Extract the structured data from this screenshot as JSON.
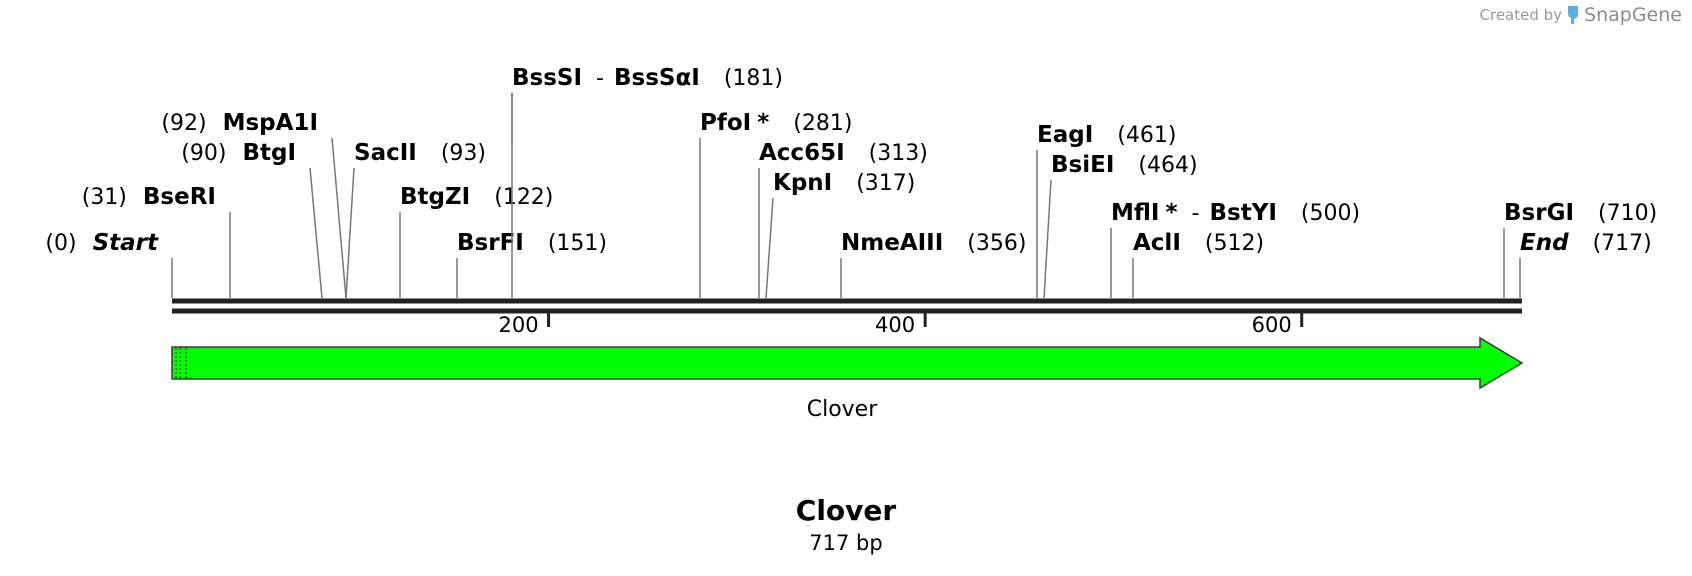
{
  "credit": {
    "prefix": "Created by",
    "brand": "SnapGene"
  },
  "sequence": {
    "name": "Clover",
    "length_label": "717 bp",
    "length": 717
  },
  "ruler": {
    "ticks": [
      200,
      400,
      600
    ]
  },
  "feature": {
    "name": "Clover",
    "start": 1,
    "end": 717,
    "color": "#00ff00",
    "direction": "forward"
  },
  "sites": [
    {
      "id": "start",
      "name": "Start",
      "pos": 0,
      "pos_label": "(0)",
      "style": "italic",
      "side": "right"
    },
    {
      "id": "bseri",
      "name": "BseRI",
      "pos": 31,
      "pos_label": "(31)",
      "side": "right"
    },
    {
      "id": "btgi",
      "name": "BtgI",
      "pos": 90,
      "pos_label": "(90)",
      "side": "right"
    },
    {
      "id": "mspa1i",
      "name": "MspA1I",
      "pos": 92,
      "pos_label": "(92)",
      "side": "right"
    },
    {
      "id": "sacii",
      "name": "SacII",
      "pos": 93,
      "pos_label": "(93)",
      "side": "left"
    },
    {
      "id": "btgzi",
      "name": "BtgZI",
      "pos": 122,
      "pos_label": "(122)",
      "side": "left"
    },
    {
      "id": "bsrfi",
      "name": "BsrFI",
      "pos": 151,
      "pos_label": "(151)",
      "side": "left"
    },
    {
      "id": "bsssi",
      "name": "BssSI",
      "alt": "BssSαI",
      "sep": "-",
      "pos": 181,
      "pos_label": "(181)",
      "side": "left"
    },
    {
      "id": "pfoi",
      "name": "PfoI",
      "star": "*",
      "pos": 281,
      "pos_label": "(281)",
      "side": "left"
    },
    {
      "id": "acc65i",
      "name": "Acc65I",
      "pos": 313,
      "pos_label": "(313)",
      "side": "left"
    },
    {
      "id": "kpni",
      "name": "KpnI",
      "pos": 317,
      "pos_label": "(317)",
      "side": "left"
    },
    {
      "id": "nmeaiii",
      "name": "NmeAIII",
      "pos": 356,
      "pos_label": "(356)",
      "side": "left"
    },
    {
      "id": "eagi",
      "name": "EagI",
      "pos": 461,
      "pos_label": "(461)",
      "side": "left"
    },
    {
      "id": "bsiei",
      "name": "BsiEI",
      "pos": 464,
      "pos_label": "(464)",
      "side": "left"
    },
    {
      "id": "mfli",
      "name": "MflI",
      "star": "*",
      "alt": "BstYI",
      "sep": "-",
      "pos": 500,
      "pos_label": "(500)",
      "side": "left"
    },
    {
      "id": "acli",
      "name": "AclI",
      "pos": 512,
      "pos_label": "(512)",
      "side": "left"
    },
    {
      "id": "bsrgi",
      "name": "BsrGI",
      "pos": 710,
      "pos_label": "(710)",
      "side": "left"
    },
    {
      "id": "end",
      "name": "End",
      "pos": 717,
      "pos_label": "(717)",
      "style": "italic",
      "side": "left"
    }
  ]
}
